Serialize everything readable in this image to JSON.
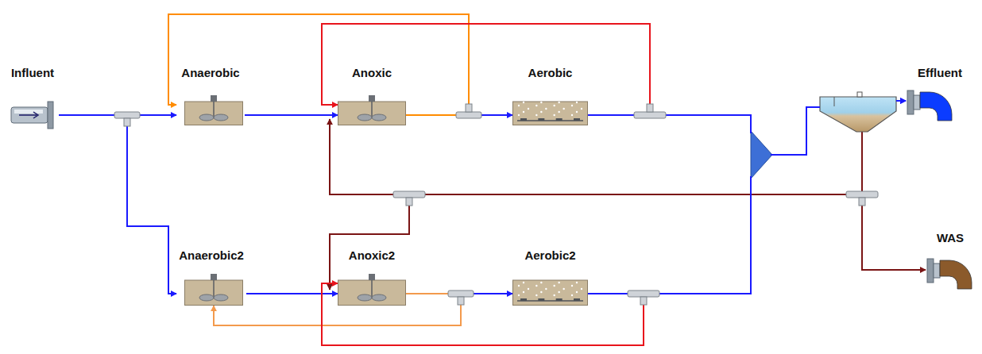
{
  "diagram": {
    "nodes": [
      {
        "text": [
          "Influent"
        ]
      },
      {
        "text": [
          "Anaerobic"
        ]
      },
      {
        "text": [
          "Anoxic"
        ]
      },
      {
        "text": [
          "Aerobic"
        ]
      },
      {
        "text": [
          "Effluent"
        ]
      },
      {
        "text": [
          "WAS"
        ]
      },
      {
        "text": [
          "Anaerobic2"
        ]
      },
      {
        "text": [
          "Anoxic2"
        ]
      },
      {
        "text": [
          "Aerobic2"
        ]
      }
    ],
    "edges": [
      {
        "from": 0,
        "to": 1,
        "arrow": "to"
      },
      {
        "from": 0,
        "to": 6,
        "arrow": "to"
      },
      {
        "from": 1,
        "to": 2,
        "arrow": "to"
      },
      {
        "from": 2,
        "to": 3,
        "arrow": "to"
      },
      {
        "from": 2,
        "to": 1,
        "arrow": "to"
      },
      {
        "from": 3,
        "to": 2,
        "arrow": "to"
      },
      {
        "from": 3,
        "to": 4,
        "arrow": "to"
      },
      {
        "from": 6,
        "to": 7,
        "arrow": "to"
      },
      {
        "from": 7,
        "to": 8,
        "arrow": "to"
      },
      {
        "from": 7,
        "to": 6,
        "arrow": "to"
      },
      {
        "from": 8,
        "to": 7,
        "arrow": "to"
      },
      {
        "from": 8,
        "to": 4,
        "arrow": "to"
      }
    ]
  }
}
